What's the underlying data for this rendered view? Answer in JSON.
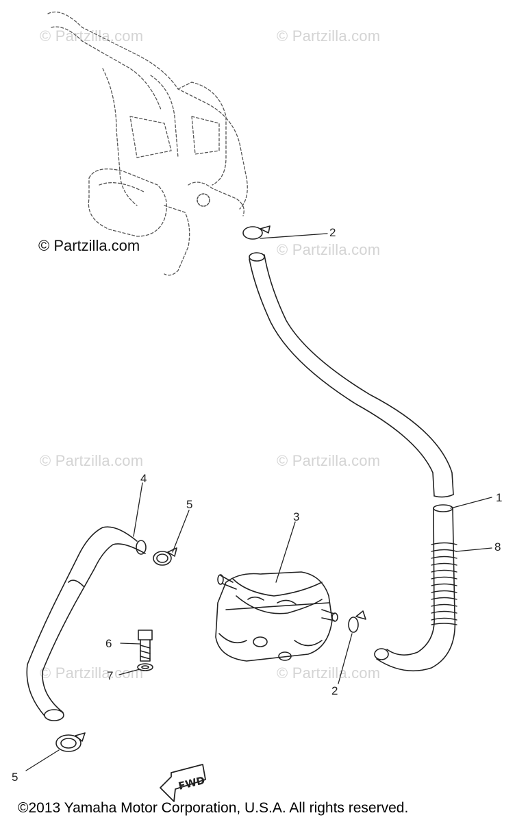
{
  "watermarks": {
    "text": "© Partzilla.com",
    "overlay": "© Partzilla.com"
  },
  "callouts": [
    {
      "id": "1",
      "label": "1"
    },
    {
      "id": "2a",
      "label": "2"
    },
    {
      "id": "2b",
      "label": "2"
    },
    {
      "id": "3",
      "label": "3"
    },
    {
      "id": "4",
      "label": "4"
    },
    {
      "id": "5a",
      "label": "5"
    },
    {
      "id": "5b",
      "label": "5"
    },
    {
      "id": "6",
      "label": "6"
    },
    {
      "id": "7",
      "label": "7"
    },
    {
      "id": "8",
      "label": "8"
    }
  ],
  "fwd_label": "FWD",
  "copyright": "©2013 Yamaha Motor Corporation, U.S.A. All rights reserved.",
  "colors": {
    "line": "#222222",
    "watermark": "#d4d4d4",
    "background": "#ffffff"
  }
}
